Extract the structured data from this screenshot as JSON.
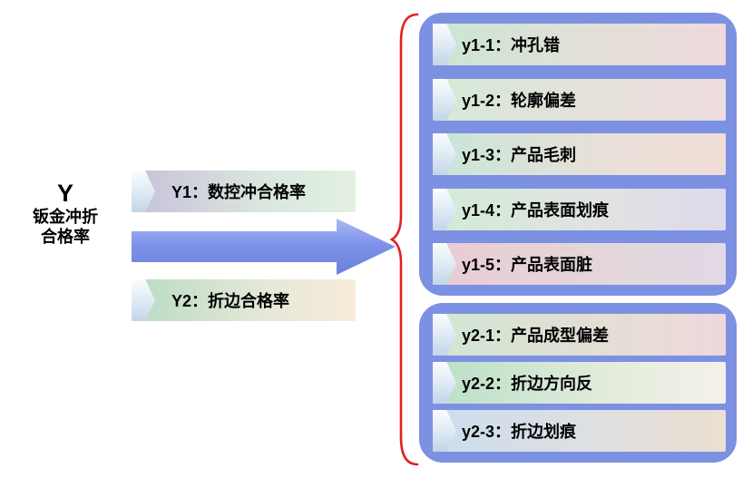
{
  "root_node": {
    "title": "Y",
    "subtitle_line1": "钣金冲折",
    "subtitle_line2": "合格率"
  },
  "level2": {
    "y1_label": "Y1：数控冲合格率",
    "y2_label": "Y2：折边合格率"
  },
  "groups": [
    {
      "items": [
        "y1-1：冲孔错",
        "y1-2：轮廓偏差",
        "y1-3：产品毛刺",
        "y1-4：产品表面划痕",
        "y1-5：产品表面脏"
      ]
    },
    {
      "items": [
        "y2-1：产品成型偏差",
        "y2-2：折边方向反",
        "y2-3：折边划痕"
      ]
    }
  ],
  "colors": {
    "panel_blue": "#7c91e2",
    "brace_red": "#e02020",
    "arrow_blue": "#7b90e8"
  }
}
